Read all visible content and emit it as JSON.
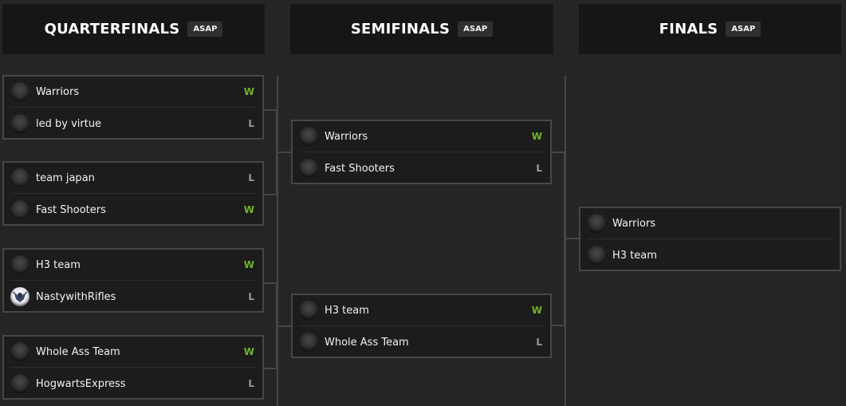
{
  "rounds": [
    {
      "title": "QUARTERFINALS",
      "badge": "ASAP"
    },
    {
      "title": "SEMIFINALS",
      "badge": "ASAP"
    },
    {
      "title": "FINALS",
      "badge": "ASAP"
    }
  ],
  "quarterfinals": [
    {
      "team1": {
        "name": "Warriors",
        "result": "W"
      },
      "team2": {
        "name": "led by virtue",
        "result": "L"
      }
    },
    {
      "team1": {
        "name": "team japan",
        "result": "L"
      },
      "team2": {
        "name": "Fast Shooters",
        "result": "W"
      }
    },
    {
      "team1": {
        "name": "H3 team",
        "result": "W"
      },
      "team2": {
        "name": "NastywithRifles",
        "result": "L"
      }
    },
    {
      "team1": {
        "name": "Whole Ass Team",
        "result": "W"
      },
      "team2": {
        "name": "HogwartsExpress",
        "result": "L"
      }
    }
  ],
  "semifinals": [
    {
      "team1": {
        "name": "Warriors",
        "result": "W"
      },
      "team2": {
        "name": "Fast Shooters",
        "result": "L"
      }
    },
    {
      "team1": {
        "name": "H3 team",
        "result": "W"
      },
      "team2": {
        "name": "Whole Ass Team",
        "result": "L"
      }
    }
  ],
  "finals": [
    {
      "team1": {
        "name": "Warriors",
        "result": ""
      },
      "team2": {
        "name": "H3 team",
        "result": ""
      }
    }
  ],
  "colors": {
    "win": "#72b32a",
    "loss": "#9a9a9a",
    "background": "#252525",
    "header_bg": "#161616",
    "border": "#464646"
  }
}
